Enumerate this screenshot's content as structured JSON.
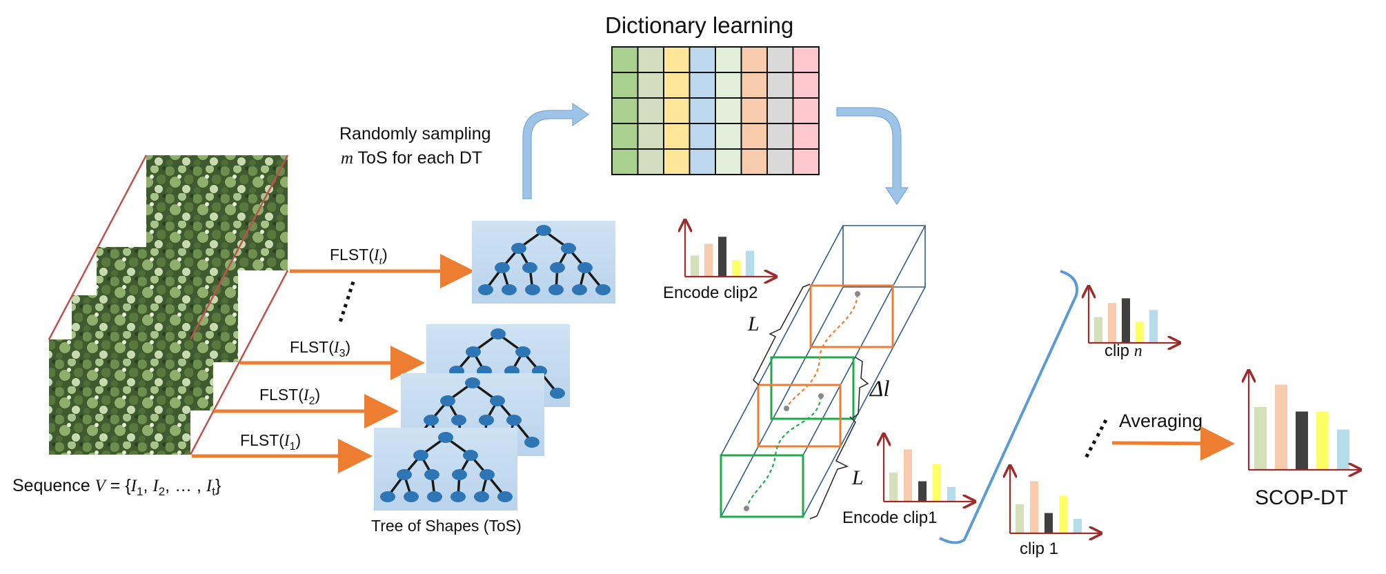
{
  "title": "Dictionary learning",
  "sampling": {
    "line1": "Randomly  sampling",
    "line2_var": "m",
    "line2_rest": " ToS for each DT"
  },
  "flst": [
    {
      "prefix": "FLST(",
      "var": "I",
      "sub": "t",
      "suffix": ")"
    },
    {
      "prefix": "FLST(",
      "var": "I",
      "sub": "3",
      "suffix": ")"
    },
    {
      "prefix": "FLST(",
      "var": "I",
      "sub": "2",
      "suffix": ")"
    },
    {
      "prefix": "FLST(",
      "var": "I",
      "sub": "1",
      "suffix": ")"
    }
  ],
  "sequence_label": "Sequence V = {I1, I2, … , It}",
  "sequence": {
    "prefix": "Sequence ",
    "var": "V",
    "eq": " = {",
    "i1": "I",
    "s1": "1",
    "sep1": ", ",
    "i2": "I",
    "s2": "2",
    "sep2": ", … , ",
    "it": "I",
    "st": "t",
    "close": "}"
  },
  "tos_label": "Tree of Shapes (ToS)",
  "encode_clip2": "Encode clip2",
  "encode_clip1": "Encode clip1",
  "L_label": "L",
  "delta_l_label": "Δl",
  "clip_n": {
    "prefix": "clip ",
    "var": "n"
  },
  "clip_1": "clip 1",
  "averaging": "Averaging",
  "output_label": "SCOP-DT",
  "dots": "……",
  "colors": {
    "dictionary_columns": [
      "#a9d08e",
      "#d6dcc0",
      "#ffe699",
      "#bdd7ee",
      "#e2efda",
      "#f8cbad",
      "#d9d9d9",
      "#ffc7ce"
    ],
    "histogram_bars": [
      "#d6e0b8",
      "#f8cbad",
      "#404040",
      "#ffff66",
      "#b4dcea"
    ],
    "arrow_orange": "#ed7d31",
    "arrow_blue": "#9dc3e6",
    "frame_red": "#c0504d",
    "axis_red": "#9e2a2a",
    "volume_blue": "#2e5c8a",
    "clip_orange": "#ed7d31",
    "clip_green": "#1faa4a",
    "bracket_blue": "#5b9bd5",
    "tree_node": "#2e75b6",
    "tree_bg": "#c6dcf0"
  },
  "histograms": {
    "clip2": [
      0.45,
      0.7,
      0.85,
      0.35,
      0.55
    ],
    "clipn": [
      0.55,
      0.85,
      0.95,
      0.45,
      0.7
    ],
    "clip1_left": [
      0.5,
      0.9,
      0.35,
      0.65,
      0.25
    ],
    "clip1": [
      0.5,
      0.9,
      0.35,
      0.65,
      0.25
    ],
    "scop": [
      0.7,
      0.95,
      0.65,
      0.65,
      0.45
    ]
  }
}
